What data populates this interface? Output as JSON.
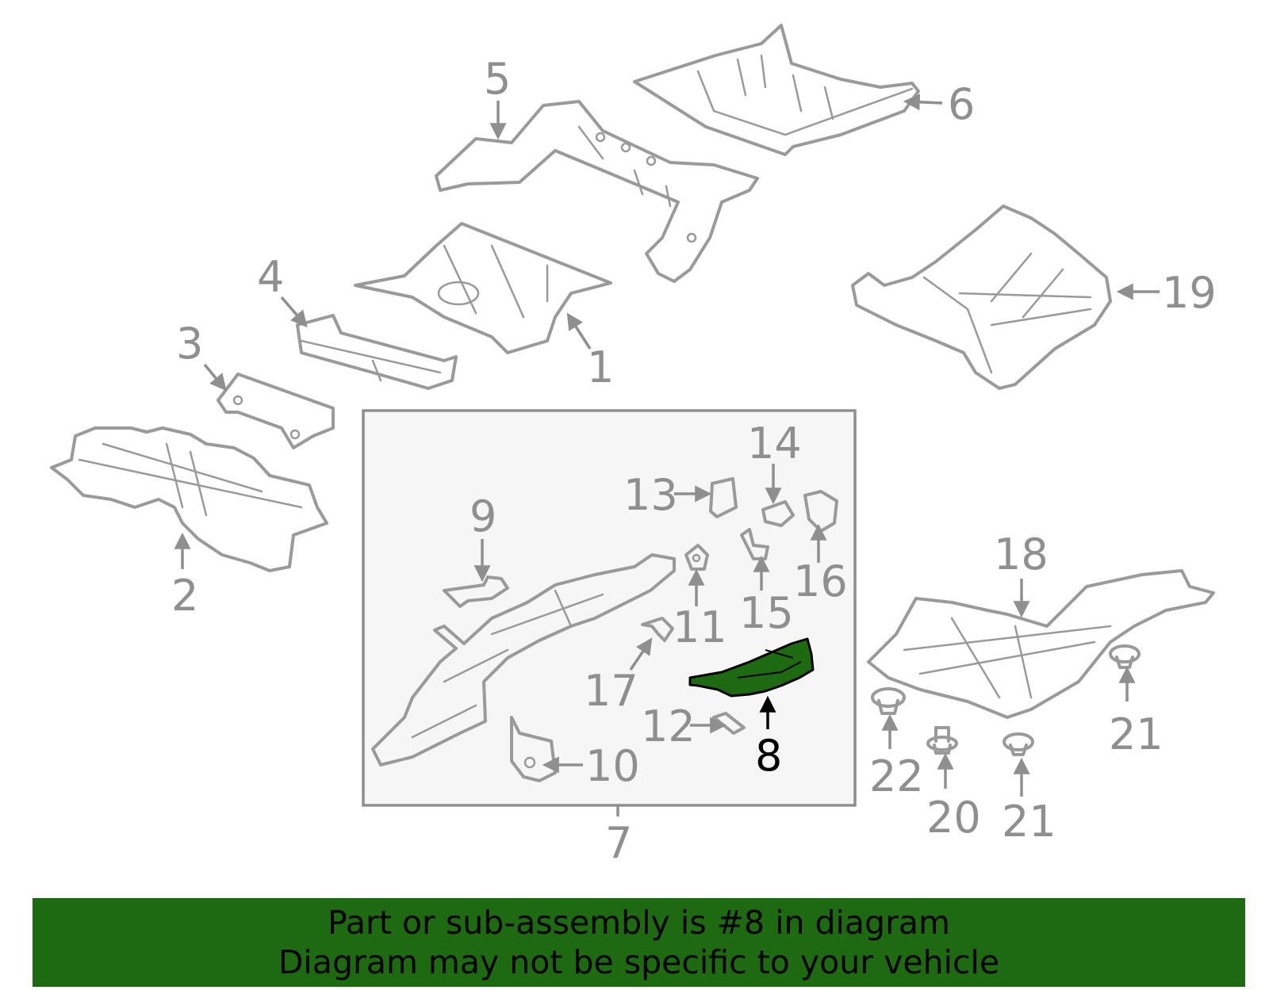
{
  "diagram": {
    "highlighted_part": "8",
    "highlight_color": "#1d6a10",
    "callouts": [
      "1",
      "2",
      "3",
      "4",
      "5",
      "6",
      "7",
      "8",
      "9",
      "10",
      "11",
      "12",
      "13",
      "14",
      "15",
      "16",
      "17",
      "18",
      "19",
      "20",
      "21",
      "21",
      "22"
    ]
  },
  "banner": {
    "line1": "Part or sub-assembly is #8 in diagram",
    "line2": "Diagram may not be specific to your vehicle",
    "color": "#1d6a10"
  }
}
